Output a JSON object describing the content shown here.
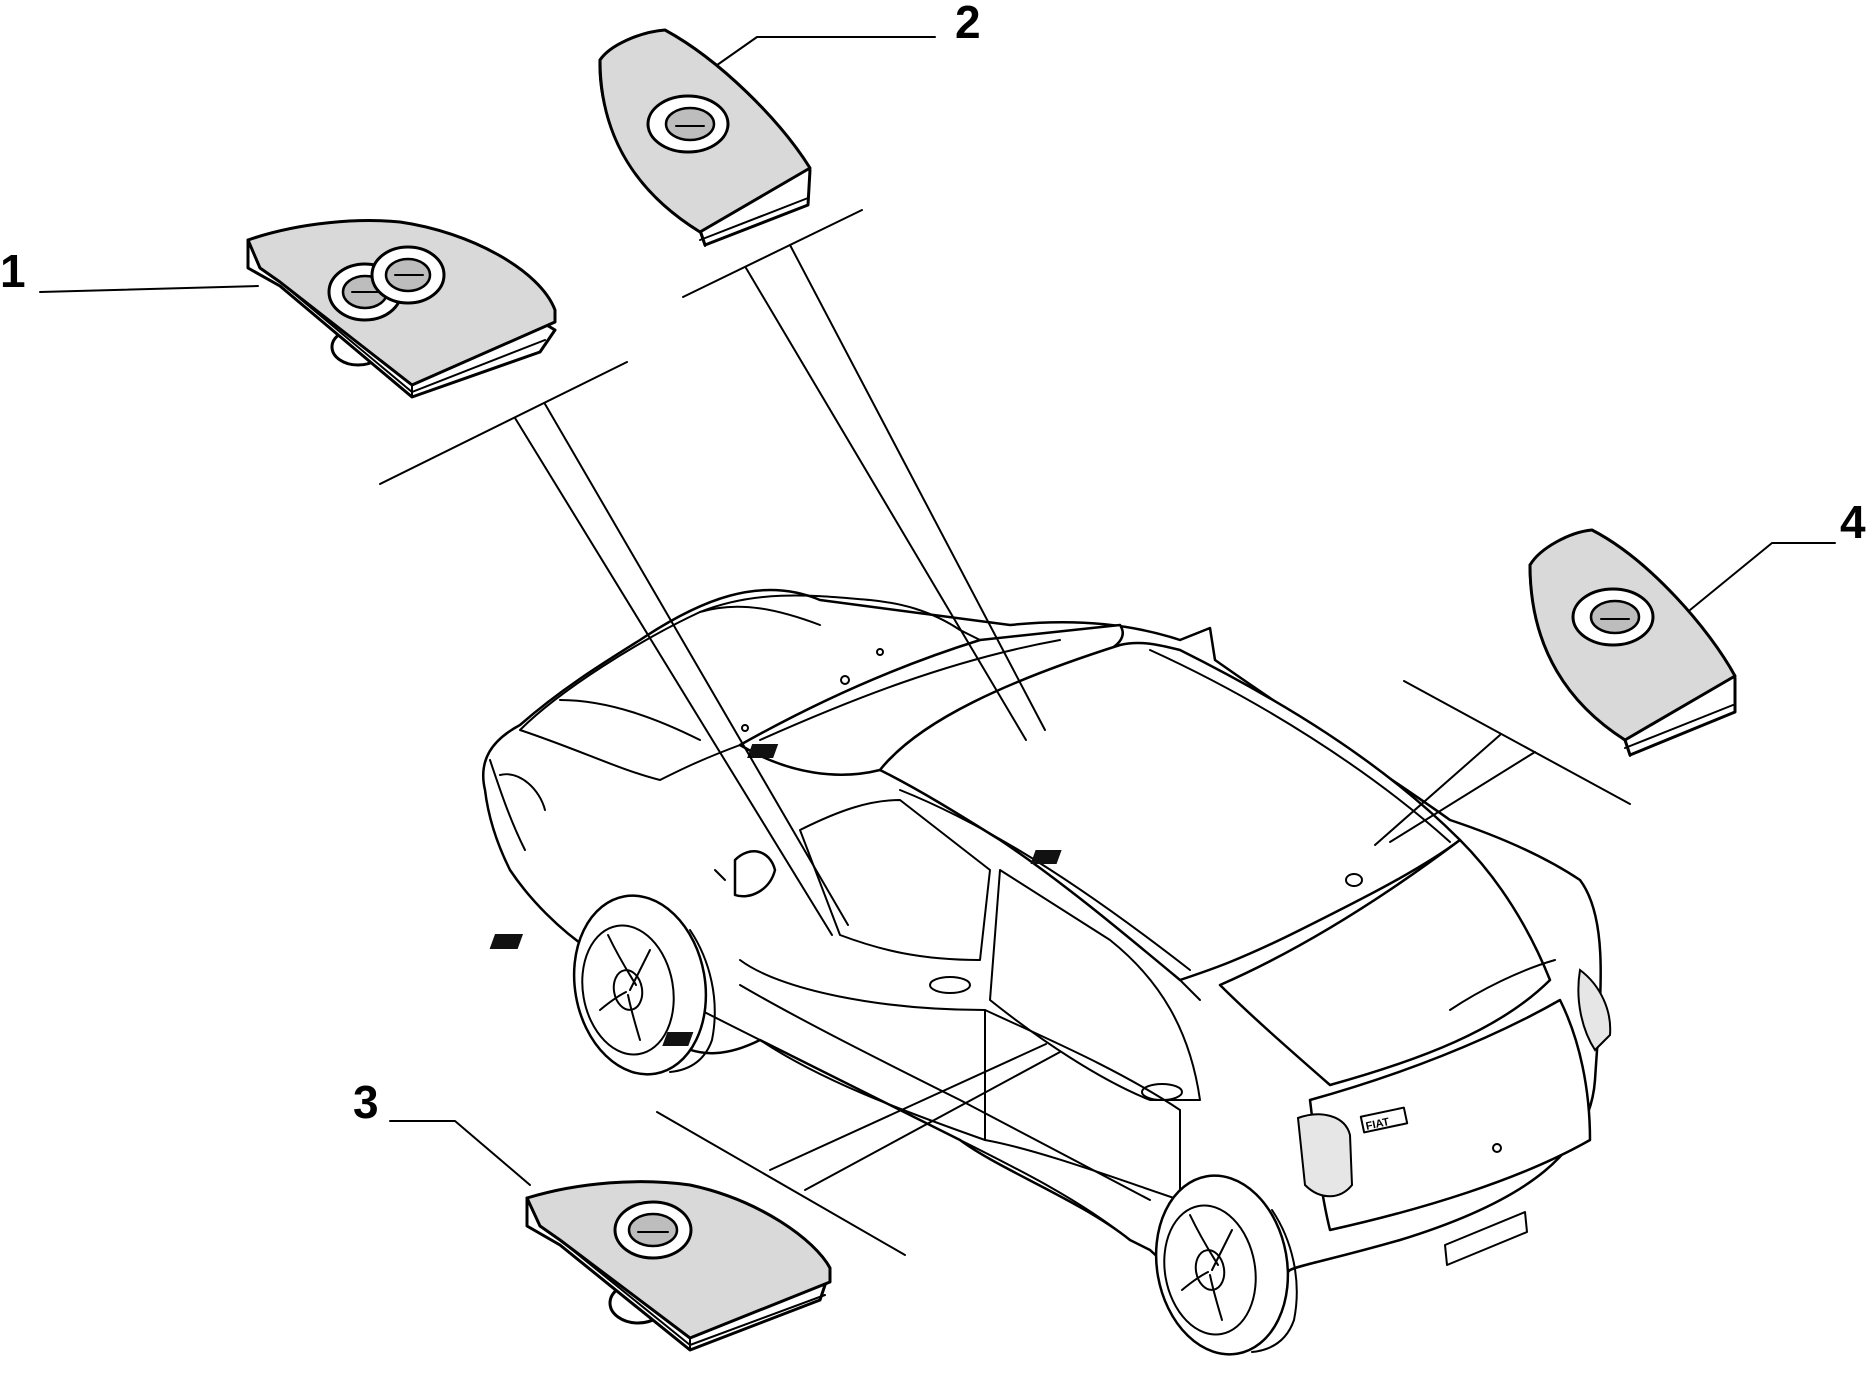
{
  "diagram": {
    "callouts": [
      {
        "id": "1",
        "label": "1"
      },
      {
        "id": "2",
        "label": "2"
      },
      {
        "id": "3",
        "label": "3"
      },
      {
        "id": "4",
        "label": "4"
      }
    ],
    "badge_text": "FIAT",
    "colors": {
      "line": "#000000",
      "switch_face": "#d9d9d9",
      "background": "#ffffff"
    }
  }
}
